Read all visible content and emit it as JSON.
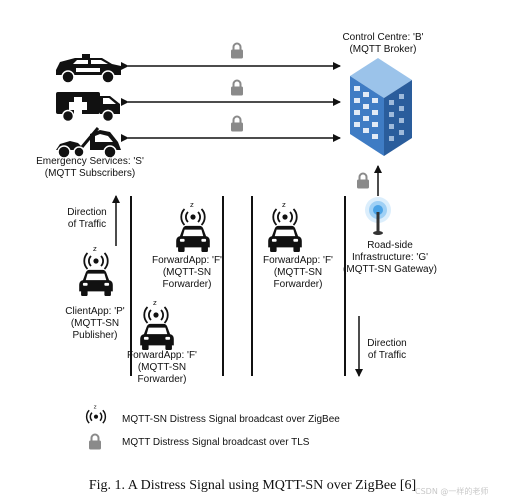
{
  "control_centre": {
    "line1": "Control Centre: 'B'",
    "line2": "(MQTT Broker)"
  },
  "emergency_services": {
    "line1": "Emergency Services: 'S'",
    "line2": "(MQTT Subscribers)"
  },
  "traffic_left": {
    "line1": "Direction",
    "line2": "of Traffic"
  },
  "traffic_right": {
    "line1": "Direction",
    "line2": "of Traffic"
  },
  "client_app": {
    "line1": "ClientApp: 'P'",
    "line2": "(MQTT-SN",
    "line3": "Publisher)"
  },
  "forward_app_1": {
    "line1": "ForwardApp: 'F'",
    "line2": "(MQTT-SN",
    "line3": "Forwarder)"
  },
  "forward_app_2": {
    "line1": "ForwardApp: 'F'",
    "line2": "(MQTT-SN",
    "line3": "Forwarder)"
  },
  "forward_app_3": {
    "line1": "ForwardApp: 'F'",
    "line2": "(MQTT-SN",
    "line3": "Forwarder)"
  },
  "gateway": {
    "line1": "Road-side",
    "line2": "Infrastructure: 'G'",
    "line3": "(MQTT-SN Gateway)"
  },
  "legend": {
    "zigbee": "MQTT-SN Distress Signal broadcast over ZigBee",
    "tls": "MQTT Distress Signal broadcast over TLS"
  },
  "caption": "Fig. 1.  A Distress Signal using MQTT-SN over ZigBee [6]",
  "watermark": "CSDN @一样的老师",
  "colors": {
    "ink": "#111111",
    "lock": "#8a8a8a",
    "building": "#3f7cc4",
    "antenna": "#4ba3e6"
  },
  "icons": [
    "police-car-icon",
    "ambulance-icon",
    "tow-truck-icon",
    "building-icon",
    "lock-icon",
    "signal-icon",
    "car-icon",
    "antenna-icon"
  ]
}
